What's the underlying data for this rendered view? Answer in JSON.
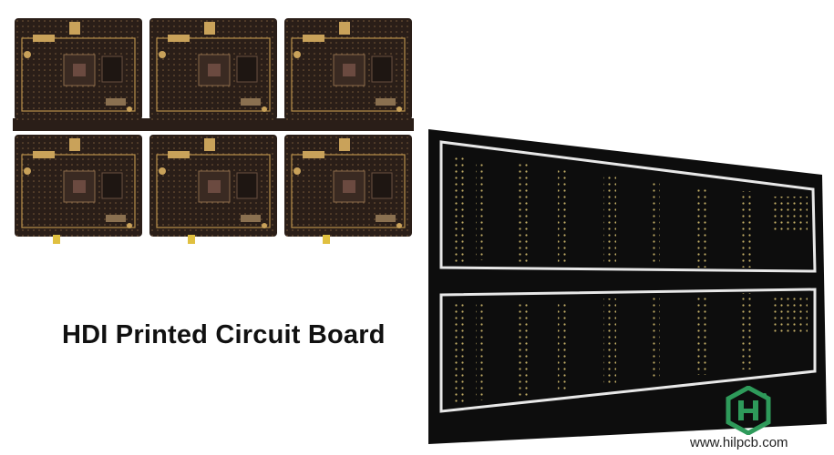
{
  "caption": {
    "text": "HDI Printed Circuit Board"
  },
  "watermark": {
    "url_text": "www.hilpcb.com",
    "logo_letter": "H",
    "logo_color": "#2e9a5a"
  },
  "images": [
    {
      "name": "hdi-pcb-panel",
      "description": "6-up array of dark brown HDI boards with gold pads",
      "board_color": "#2a1e18",
      "pad_color": "#c9a25a"
    },
    {
      "name": "black-pcb-panel",
      "description": "Black solder-mask panel with two rows of gold-pad boards",
      "board_color": "#0d0d0d",
      "pad_color": "#d8c070"
    }
  ],
  "colors": {
    "background": "#ffffff",
    "caption": "#111111"
  }
}
